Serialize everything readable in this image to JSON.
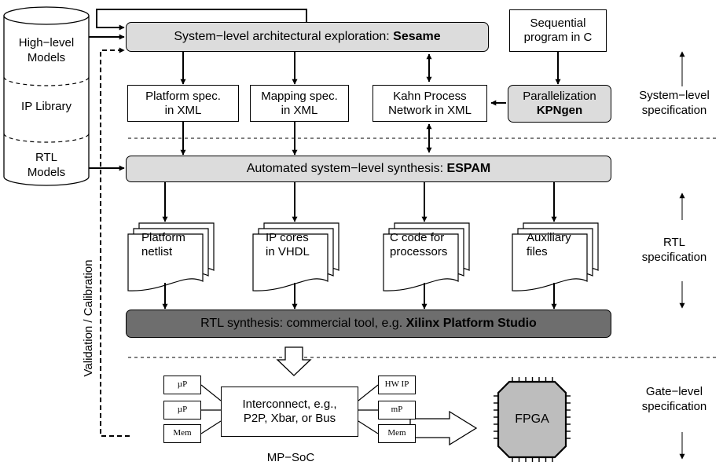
{
  "colors": {
    "light_gray": "#dcdcdc",
    "dark_gray": "#6e6e6e",
    "fpga": "#bdbdbd",
    "line": "#000000"
  },
  "library": {
    "high_level": "High−level\nModels",
    "ip_library": "IP Library",
    "rtl": "RTL\nModels"
  },
  "validation": "Validation / Calibration",
  "sesame": {
    "prefix": "System−level architectural exploration:",
    "name": "Sesame"
  },
  "sequential": "Sequential\nprogram in C",
  "parallelization": {
    "line1": "Parallelization",
    "name": "KPNgen"
  },
  "platform_spec": "Platform spec.\nin XML",
  "mapping_spec": "Mapping spec.\nin XML",
  "kahn": "Kahn Process\nNetwork in XML",
  "espam": {
    "prefix": "Automated system−level synthesis:",
    "name": "ESPAM"
  },
  "docs": [
    "Platform\nnetlist",
    "IP cores\nin VHDL",
    "C code for\nprocessors",
    "Auxiliary\nfiles"
  ],
  "rtl_synthesis": {
    "prefix": "RTL synthesis: commercial tool, e.g.",
    "name": "Xilinx Platform Studio"
  },
  "levels": {
    "system": "System−level\nspecification",
    "rtl": "RTL\nspecification",
    "gate": "Gate−level\nspecification"
  },
  "mpsoc": {
    "left": [
      "µP",
      "µP",
      "Mem"
    ],
    "right": [
      "HW IP",
      "mP",
      "Mem"
    ],
    "interconnect": "Interconnect, e.g.,\nP2P, Xbar, or Bus",
    "caption": "MP−SoC"
  },
  "fpga": "FPGA"
}
